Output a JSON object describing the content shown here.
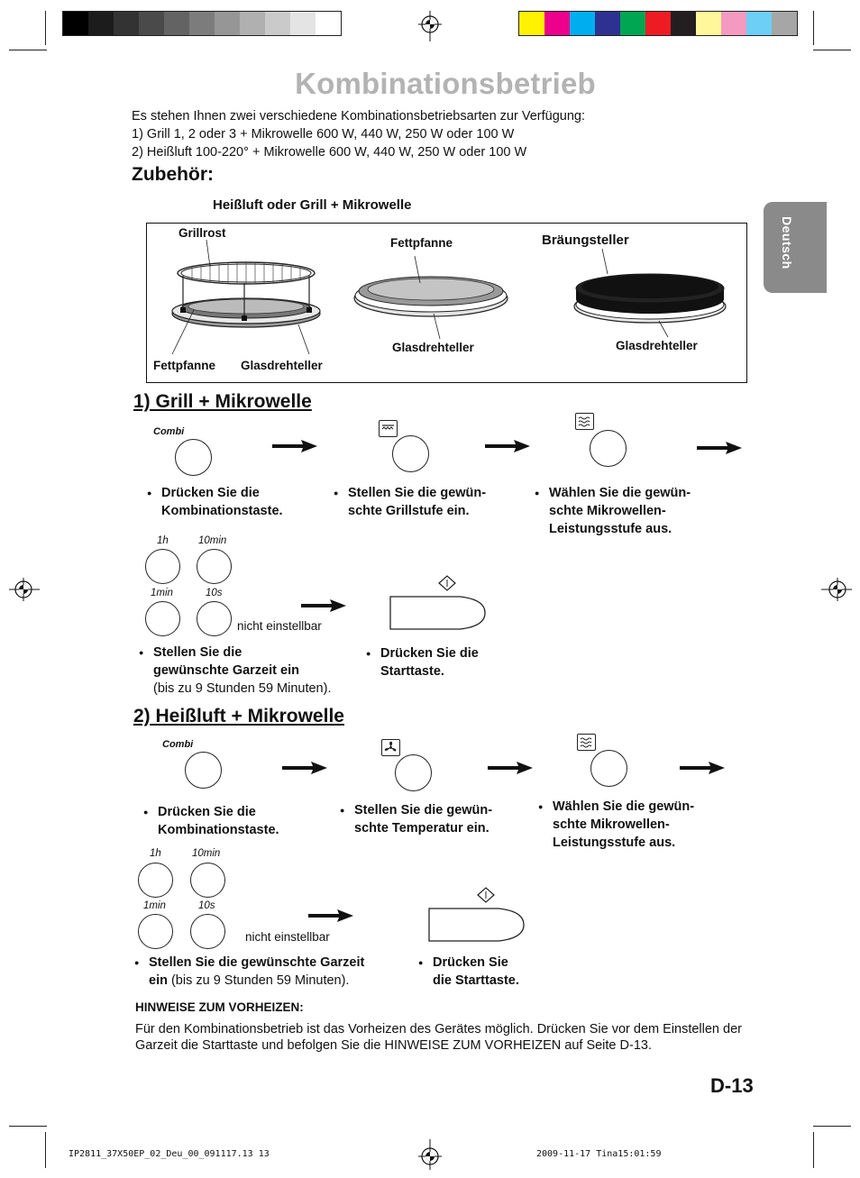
{
  "title": "Kombinationsbetrieb",
  "intro": {
    "line1": "Es stehen Ihnen zwei verschiedene Kombinationsbetriebsarten zur Verfügung:",
    "line2": "1)   Grill 1, 2 oder 3 + Mikrowelle 600 W, 440 W, 250 W oder 100 W",
    "line3": "2)   Heißluft 100-220° + Mikrowelle 600 W, 440 W, 250 W oder 100 W"
  },
  "zubehoer": {
    "heading": "Zubehör:",
    "subheading": "Heißluft oder Grill + Mikrowelle",
    "labels": {
      "grillrost": "Grillrost",
      "fettpfanne_top": "Fettpfanne",
      "braeungsteller": "Bräungsteller",
      "glas_mid": "Glasdrehteller",
      "glas_right": "Glasdrehteller",
      "fettpfanne_bottom": "Fettpfanne",
      "glas_left": "Glasdrehteller"
    }
  },
  "section1": {
    "heading": "1) Grill + Mikrowelle",
    "combi_label": "Combi",
    "step1": {
      "line1": "Drücken Sie die",
      "line2": "Kombinationstaste."
    },
    "step2": {
      "line1": "Stellen Sie die gewün-",
      "line2": "schte Grillstufe ein."
    },
    "step3": {
      "line1": "Wählen Sie die gewün-",
      "line2": "schte Mikrowellen-",
      "line3": "Leistungsstufe aus."
    },
    "time_labels": {
      "h": "1h",
      "min10": "10min",
      "min1": "1min",
      "s10": "10s"
    },
    "not_settable": "nicht einstellbar",
    "step4": {
      "line1": "Stellen Sie die",
      "line2": "gewünschte Garzeit ein",
      "line3": "(bis zu 9 Stunden 59 Minuten)."
    },
    "step5": {
      "line1": "Drücken Sie die",
      "line2": "Starttaste."
    }
  },
  "section2": {
    "heading": "2) Heißluft + Mikrowelle",
    "combi_label": "Combi",
    "step1": {
      "line1": "Drücken Sie die",
      "line2": "Kombinationstaste."
    },
    "step2": {
      "line1": "Stellen Sie die gewün-",
      "line2": "schte Temperatur ein."
    },
    "step3": {
      "line1": "Wählen Sie die gewün-",
      "line2": "schte Mikrowellen-",
      "line3": "Leistungsstufe aus."
    },
    "time_labels": {
      "h": "1h",
      "min10": "10min",
      "min1": "1min",
      "s10": "10s"
    },
    "not_settable": "nicht einstellbar",
    "step4": {
      "line1_bold": "Stellen Sie die gewünschte Garzeit",
      "line2_bold": "ein",
      "line2_rest": " (bis zu 9 Stunden 59 Minuten)."
    },
    "step5": {
      "line1": "Drücken Sie",
      "line2": "die Starttaste."
    }
  },
  "notes": {
    "heading": "HINWEISE ZUM VORHEIZEN:",
    "text": "Für den Kombinationsbetrieb ist das Vorheizen des Gerätes möglich. Drücken Sie vor dem Einstellen der Garzeit die Starttaste und befolgen Sie die HINWEISE ZUM VORHEIZEN auf Seite D-13."
  },
  "side_tab": "Deutsch",
  "page_number": "D-13",
  "footer": {
    "left": "IP2811_37X50EP_02_Deu_00_091117.13   13",
    "right": "2009-11-17   Tina15:01:59"
  },
  "colors": {
    "title_gray": "#b3b3b3",
    "tab_gray": "#8a8a8a",
    "gray_swatches": [
      "#000000",
      "#1c1c1c",
      "#333333",
      "#4a4a4a",
      "#636363",
      "#7c7c7c",
      "#969696",
      "#b0b0b0",
      "#cacaca",
      "#e4e4e4",
      "#ffffff"
    ],
    "color_swatches": [
      "#fff200",
      "#ec008c",
      "#00aeef",
      "#2e3192",
      "#00a651",
      "#ed1c24",
      "#231f20",
      "#fff799",
      "#f49ac1",
      "#6dcff6",
      "#a6a6a6"
    ]
  }
}
